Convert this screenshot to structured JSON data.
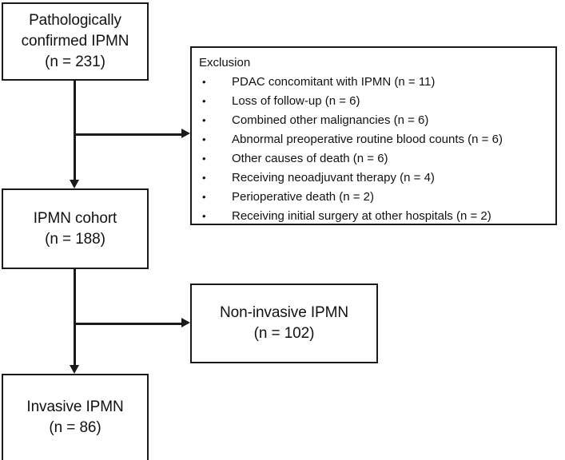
{
  "diagram": {
    "type": "flowchart",
    "title": "IPMN patient selection flow diagram",
    "stroke_color": "#1a1a1a",
    "background_color": "#ffffff",
    "nodes": {
      "pathologic": {
        "label": "Pathologically confirmed IPMN",
        "line1": "Pathologically",
        "line2": "confirmed IPMN",
        "count_line": "(n = 231)",
        "n": 231
      },
      "cohort": {
        "label": "IPMN cohort",
        "line1": "IPMN cohort",
        "count_line": "(n = 188)",
        "n": 188
      },
      "noninvasive": {
        "label": "Non-invasive IPMN",
        "line1": "Non-invasive IPMN",
        "count_line": "(n = 102)",
        "n": 102
      },
      "invasive": {
        "label": "Invasive IPMN",
        "line1": "Invasive IPMN",
        "count_line": "(n = 86)",
        "n": 86
      }
    },
    "exclusion": {
      "title": "Exclusion",
      "items": [
        {
          "text": "PDAC concomitant with IPMN (n = 11)",
          "n": 11
        },
        {
          "text": "Loss of follow-up (n = 6)",
          "n": 6
        },
        {
          "text": "Combined other malignancies (n = 6)",
          "n": 6
        },
        {
          "text": "Abnormal preoperative routine blood counts (n = 6)",
          "n": 6
        },
        {
          "text": "Other causes of death (n = 6)",
          "n": 6
        },
        {
          "text": "Receiving neoadjuvant therapy (n = 4)",
          "n": 4
        },
        {
          "text": "Perioperative death (n = 2)",
          "n": 2
        },
        {
          "text": "Receiving initial surgery at other hospitals (n = 2)",
          "n": 2
        }
      ]
    }
  }
}
